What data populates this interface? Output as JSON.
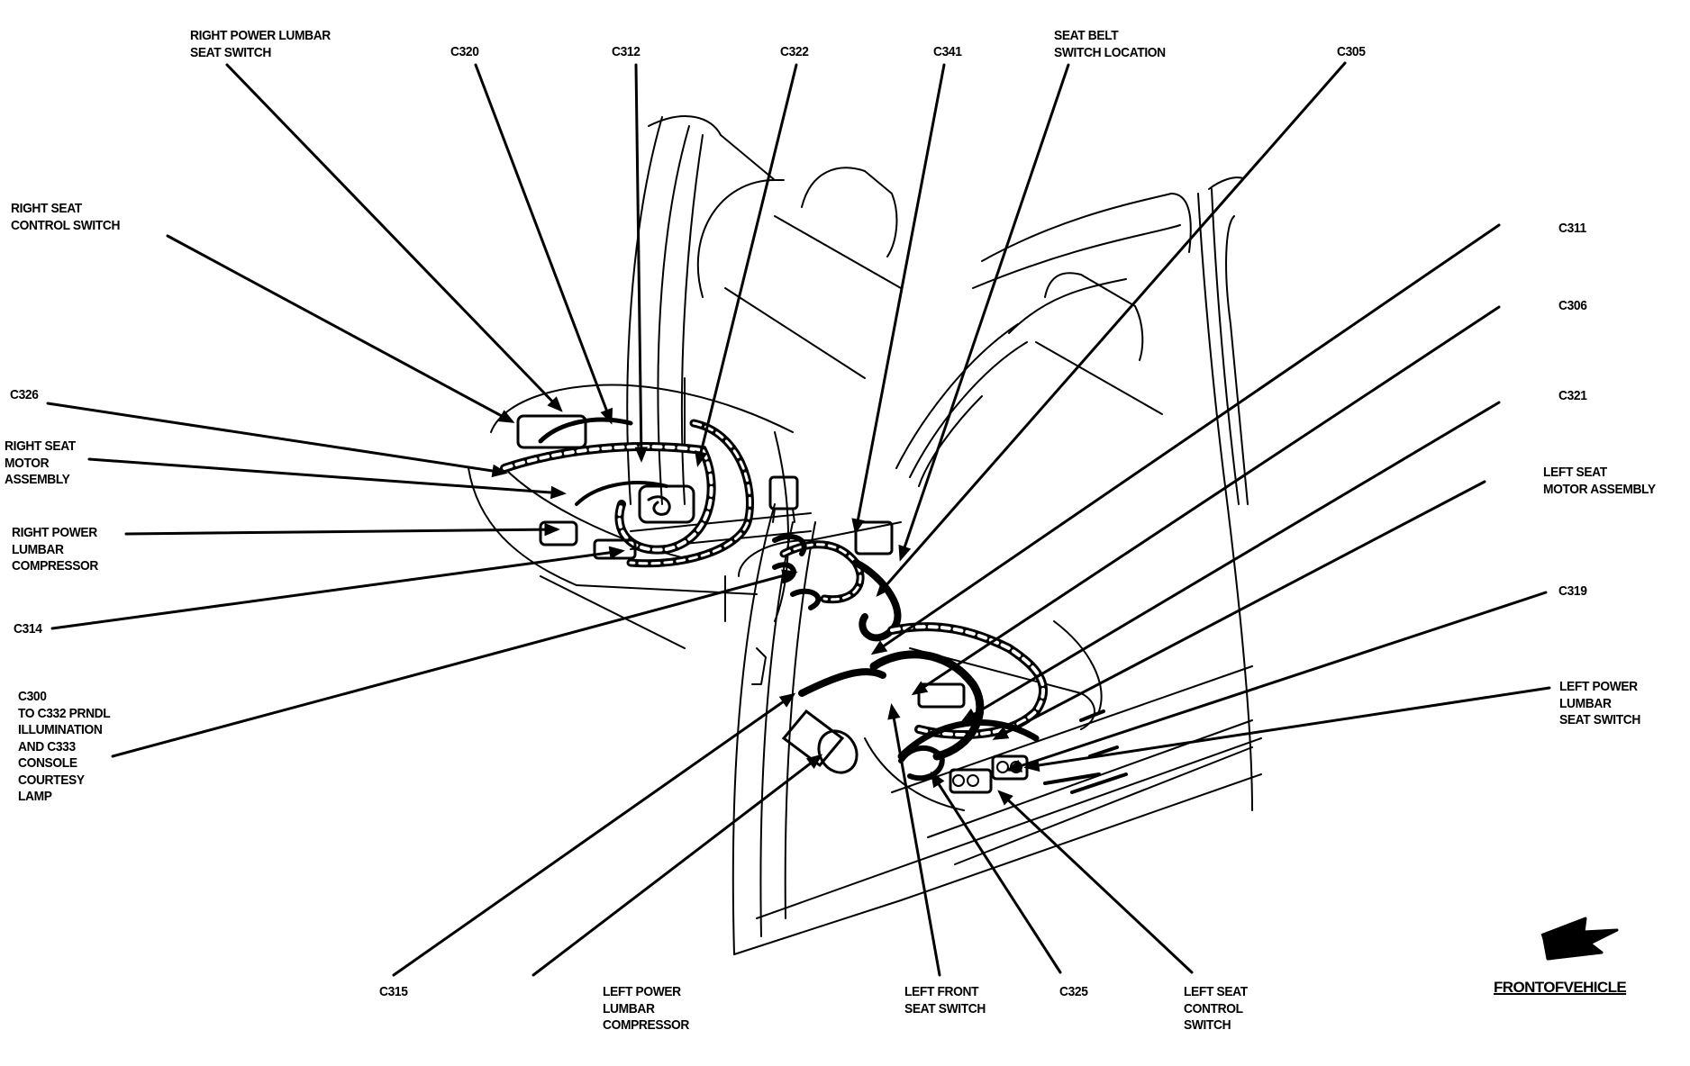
{
  "diagram": {
    "title": "Power Seat Wiring Component Locations",
    "front_indicator": {
      "icon": "front-arrow-icon",
      "label": "FRONTOFVEHICLE"
    },
    "callouts": [
      {
        "id": "right-power-lumbar-seat-switch",
        "lines": [
          "RIGHT POWER LUMBAR",
          "SEAT SWITCH"
        ]
      },
      {
        "id": "c320",
        "lines": [
          "C320"
        ]
      },
      {
        "id": "c312",
        "lines": [
          "C312"
        ]
      },
      {
        "id": "c322",
        "lines": [
          "C322"
        ]
      },
      {
        "id": "c341",
        "lines": [
          "C341"
        ]
      },
      {
        "id": "seat-belt-switch-location",
        "lines": [
          "SEAT BELT",
          "SWITCH LOCATION"
        ]
      },
      {
        "id": "c305",
        "lines": [
          "C305"
        ]
      },
      {
        "id": "right-seat-control-switch",
        "lines": [
          "RIGHT SEAT",
          "CONTROL SWITCH"
        ]
      },
      {
        "id": "c326",
        "lines": [
          "C326"
        ]
      },
      {
        "id": "right-seat-motor-assembly",
        "lines": [
          "RIGHT SEAT",
          "MOTOR",
          "ASSEMBLY"
        ]
      },
      {
        "id": "right-power-lumbar-compressor",
        "lines": [
          "RIGHT POWER",
          "LUMBAR",
          "COMPRESSOR"
        ]
      },
      {
        "id": "c314",
        "lines": [
          "C314"
        ]
      },
      {
        "id": "c300",
        "lines": [
          "C300",
          "TO C332 PRNDL",
          "ILLUMINATION",
          "AND C333",
          "CONSOLE",
          "COURTESY",
          "LAMP"
        ]
      },
      {
        "id": "c311",
        "lines": [
          "C311"
        ]
      },
      {
        "id": "c306",
        "lines": [
          "C306"
        ]
      },
      {
        "id": "c321",
        "lines": [
          "C321"
        ]
      },
      {
        "id": "left-seat-motor-assembly",
        "lines": [
          "LEFT SEAT",
          "MOTOR ASSEMBLY"
        ]
      },
      {
        "id": "c319",
        "lines": [
          "C319"
        ]
      },
      {
        "id": "left-power-lumbar-seat-switch",
        "lines": [
          "LEFT POWER",
          "LUMBAR",
          "SEAT SWITCH"
        ]
      },
      {
        "id": "c315",
        "lines": [
          "C315"
        ]
      },
      {
        "id": "left-power-lumbar-compressor",
        "lines": [
          "LEFT POWER",
          "LUMBAR",
          "COMPRESSOR"
        ]
      },
      {
        "id": "left-front-seat-switch",
        "lines": [
          "LEFT FRONT",
          "SEAT SWITCH"
        ]
      },
      {
        "id": "c325",
        "lines": [
          "C325"
        ]
      },
      {
        "id": "left-seat-control-switch",
        "lines": [
          "LEFT SEAT",
          "CONTROL",
          "SWITCH"
        ]
      }
    ]
  }
}
